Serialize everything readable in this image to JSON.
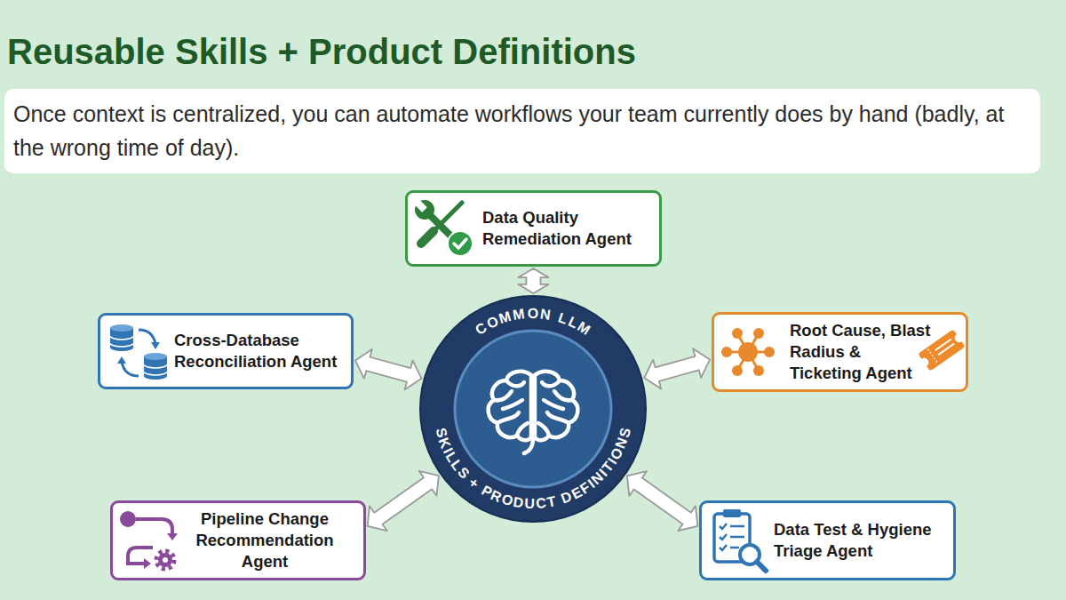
{
  "diagram": {
    "title": "Reusable Skills + Product Definitions",
    "caption": "Once context is centralized, you can automate workflows your team currently does by hand (badly, at the wrong time of day).",
    "nodes": [
      {
        "text": [
          "Data Quality Remediation Agent"
        ]
      },
      {
        "text": [
          "Cross-Database Reconciliation Agent"
        ]
      },
      {
        "text": [
          "COMMON LLM",
          "SKILLS + PRODUCT DEFINITIONS"
        ]
      },
      {
        "text": [
          "Root Cause, Blast Radius & Ticketing Agent"
        ]
      },
      {
        "text": [
          "Pipeline Change Recommendation Agent"
        ]
      },
      {
        "text": [
          "Data Test & Hygiene Triage Agent"
        ]
      }
    ],
    "edges": [
      {
        "from": 0,
        "to": 2,
        "arrow": "both"
      },
      {
        "from": 1,
        "to": 2,
        "arrow": "both"
      },
      {
        "from": 3,
        "to": 2,
        "arrow": "both"
      },
      {
        "from": 4,
        "to": 2,
        "arrow": "both"
      },
      {
        "from": 5,
        "to": 2,
        "arrow": "both"
      }
    ]
  }
}
